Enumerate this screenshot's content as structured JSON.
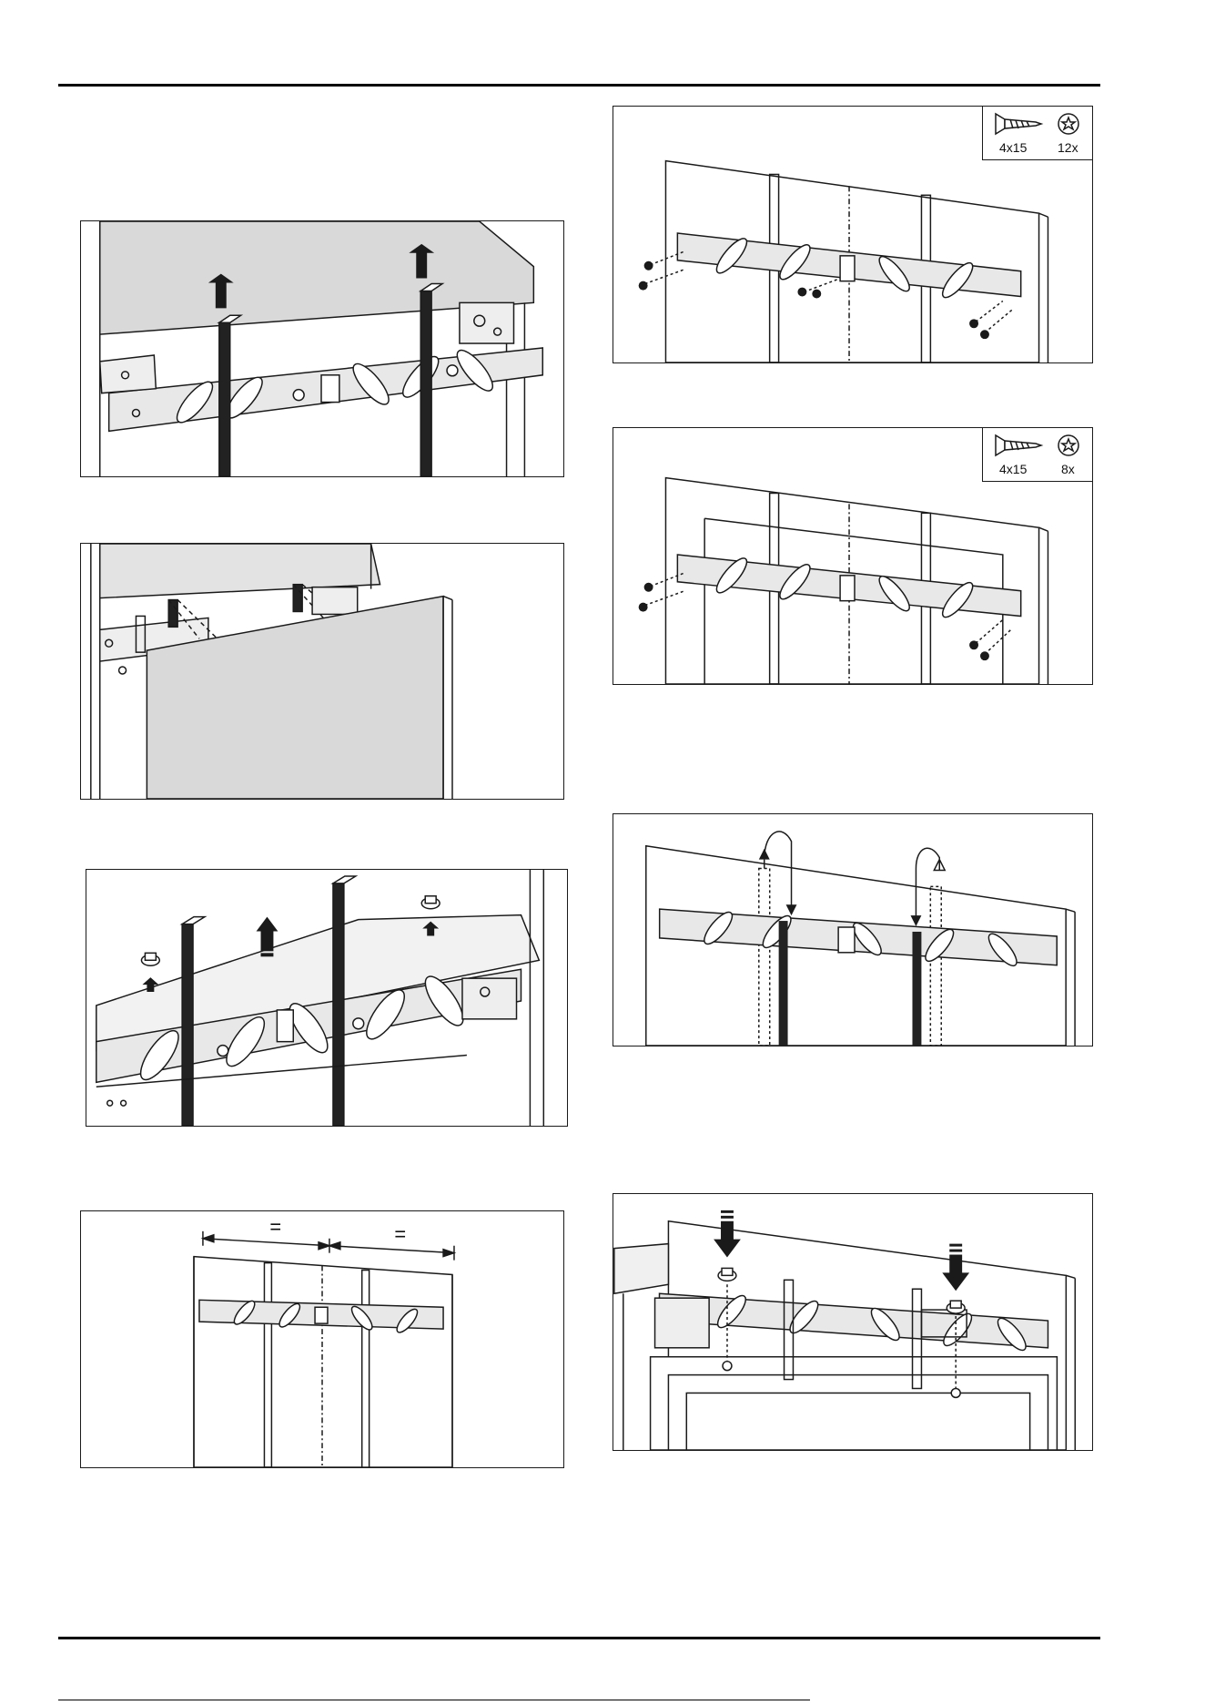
{
  "colors": {
    "line": "#1a1a1a",
    "panel": "#d9d9d9",
    "bracket": "#e6e6e6",
    "rail": "#222222"
  },
  "figures": {
    "fig1": {
      "type": "bracket-lift-arrows",
      "icons": [
        "up-arrow-icon",
        "up-arrow-icon"
      ]
    },
    "fig2": {
      "type": "door-panel-placement"
    },
    "fig3": {
      "type": "bracket-lift-and-nuts",
      "icons": [
        "up-arrow-icon",
        "nut-icon",
        "nut-icon"
      ]
    },
    "fig4": {
      "type": "centering-measure",
      "equal_left": "=",
      "equal_right": "="
    },
    "fig5": {
      "type": "screw-bracket",
      "screw": {
        "size": "4x15",
        "count": "12x"
      }
    },
    "fig6": {
      "type": "screw-bracket",
      "screw": {
        "size": "4x15",
        "count": "8x"
      }
    },
    "fig7": {
      "type": "rail-reposition",
      "icons": [
        "curved-arrow-icon",
        "curved-arrow-icon"
      ]
    },
    "fig8": {
      "type": "nut-fastening",
      "icons": [
        "down-arrow-icon",
        "down-arrow-icon"
      ]
    }
  }
}
